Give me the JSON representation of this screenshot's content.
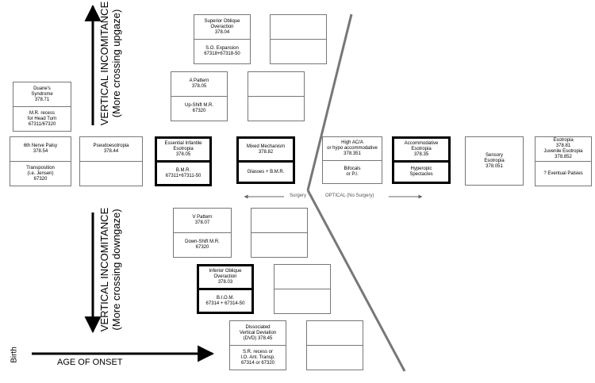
{
  "axes": {
    "up_title": "VERTICAL INCOMITANCE",
    "up_subtitle": "(More crossing upgaze)",
    "down_title": "VERTICAL INCOMITANCE",
    "down_subtitle": "(More crossing downgaze)",
    "birth": "Birth",
    "age_of_onset": "AGE OF ONSET"
  },
  "sides": {
    "surgery": "Surgery",
    "optical": "OPTICAL (No Surgery)"
  },
  "boxes": [
    {
      "id": "duane",
      "cells": [
        "Duane's\nSyndrome\n378.71",
        "M.R. recess\nfor Head Turn\n67311/67320"
      ]
    },
    {
      "id": "sixth-nerve",
      "cells": [
        "6th Nerve Palsy\n378.54",
        "Transposition\n(i.e. Jensen)\n67320"
      ]
    },
    {
      "id": "pseudoesotropia",
      "cells": [
        "Pseudoesotropia\n378.44",
        ""
      ]
    },
    {
      "id": "essential-infantile",
      "cells": [
        "Essential Infantile\nEsotropia\n378.05",
        "B.M.R.\n67311+67311-50"
      ]
    },
    {
      "id": "superior-oblique",
      "cells": [
        "Superior Oblique\nOveraction\n378.04",
        "S.O. Expansion\n67318+67318-50"
      ]
    },
    {
      "id": "a-pattern",
      "cells": [
        "A Pattern\n378.05",
        "Up-Shift M.R.\n67320"
      ]
    },
    {
      "id": "mixed-mechanism",
      "cells": [
        "Mixed Mechanism\n378.82",
        "Glasses + B.M.R."
      ]
    },
    {
      "id": "high-ac-a",
      "cells": [
        "High AC/A\nor hypo accommodative\n378.351",
        "Bifocals\nor P.I."
      ]
    },
    {
      "id": "accommodative",
      "cells": [
        "Accommodative\nEsotropia\n378.35",
        "Hyperopic\nSpectacles"
      ]
    },
    {
      "id": "sensory",
      "cells": [
        "Sensory\nEsotropia\n378.051"
      ]
    },
    {
      "id": "esotropia-juvenile",
      "cells": [
        "Esotropia\n378.81\nJuvenile Esotropia\n378.852",
        "? Eventual Palsies"
      ]
    },
    {
      "id": "v-pattern",
      "cells": [
        "V Pattern\n378.07",
        "Down-Shift M.R.\n67320"
      ]
    },
    {
      "id": "inferior-oblique",
      "cells": [
        "Inferior Oblique\nOveraction\n378.03",
        "B.I.O.M.\n67314 + 67314-50"
      ]
    },
    {
      "id": "dvd",
      "cells": [
        "Dissociated\nVertical Deviation\n(DVD) 378.45",
        "S.R. recess or\nI.O. Ant. Transp.\n67314 or 67320"
      ]
    },
    {
      "id": "blank-so",
      "cells": [
        "",
        ""
      ]
    },
    {
      "id": "blank-a",
      "cells": [
        "",
        ""
      ]
    },
    {
      "id": "blank-v",
      "cells": [
        "",
        ""
      ]
    },
    {
      "id": "blank-io",
      "cells": [
        "",
        ""
      ]
    },
    {
      "id": "blank-dvd",
      "cells": [
        "",
        ""
      ]
    }
  ]
}
